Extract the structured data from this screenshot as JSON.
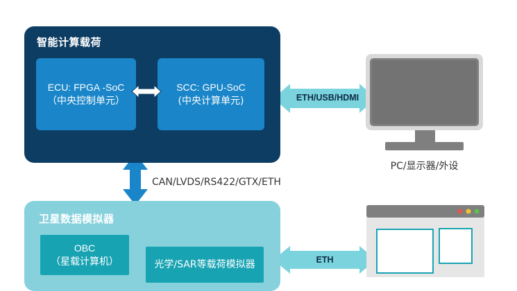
{
  "top_group": {
    "title": "智能计算载荷",
    "ecu": {
      "line1": "ECU: FPGA -SoC",
      "line2": "（中央控制单元）"
    },
    "scc": {
      "line1": "SCC: GPU-SoC",
      "line2": "(中央计算单元)"
    }
  },
  "bottom_group": {
    "title": "卫星数据模拟器",
    "obc": {
      "line1": "OBC",
      "line2": "（星载计算机）"
    },
    "payload_sim": {
      "label": "光学/SAR等载荷模拟器"
    }
  },
  "links": {
    "top_right": "ETH/USB/HDMI",
    "vertical": "CAN/LVDS/RS422/GTX/ETH",
    "bottom_right": "ETH"
  },
  "pc": {
    "label": "PC/显示器/外设"
  },
  "window_dots": [
    "#e05a4b",
    "#f2c230",
    "#5cc24a"
  ],
  "colors": {
    "navy_panel": "#0d3d63",
    "blue_block": "#1a86c9",
    "teal_panel": "#86d1dc",
    "teal_block": "#18a3b3",
    "arrow_teal": "#7ad3dd",
    "vertical_arrow": "#1a86c9"
  }
}
